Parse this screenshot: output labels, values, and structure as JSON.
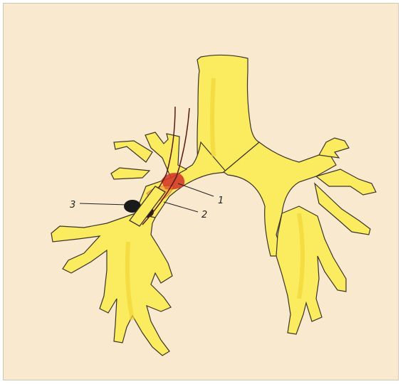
{
  "colors": {
    "paper": "#f8e9cf",
    "airway": "#fbeb5f",
    "airway_shade": "#f2d638",
    "outline": "#3a3428",
    "lesion": "#d43a2c",
    "cuff": "#1a1a1a",
    "catheter": "#5a1a14"
  },
  "labels": {
    "one": "1",
    "two": "2",
    "three": "3"
  }
}
